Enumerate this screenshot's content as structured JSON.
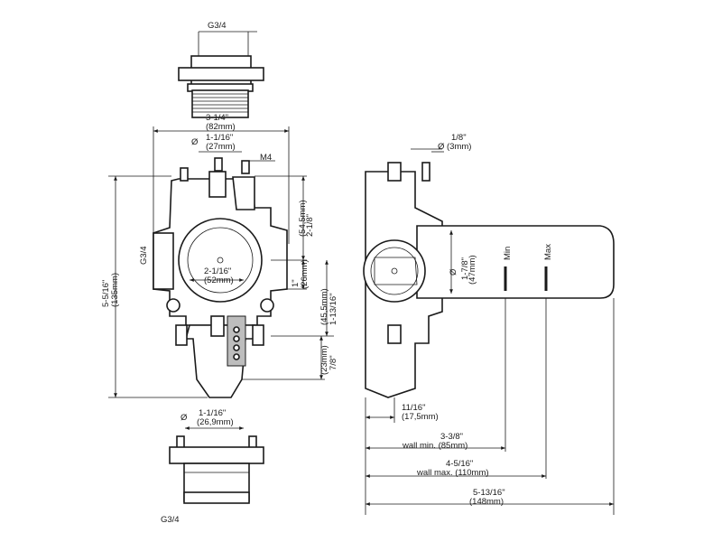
{
  "labels": {
    "top_fitting_thread": "G3/4",
    "width_in": "3-1/4\"",
    "width_mm": "(82mm)",
    "diam_symbol": "Ø",
    "port_in": "1-1/16\"",
    "port_mm": "(27mm)",
    "screw": "M4",
    "left_port": "G3/4",
    "height_in": "5-5/16\"",
    "height_mm": "(135mm)",
    "upper_in": "2-1/8\"",
    "upper_mm": "(54,5mm)",
    "center_in": "2-1/16\"",
    "center_mm": "(52mm)",
    "small_in": "1\"",
    "small_mm": "(26mm)",
    "mid_in": "1-13/16\"",
    "mid_mm": "(45,5mm)",
    "low_in": "7/8\"",
    "low_mm": "(23mm)",
    "bottom_port_in": "1-1/16\"",
    "bottom_port_mm": "(26,9mm)",
    "bottom_thread": "G3/4",
    "pin_in": "1/8\"",
    "pin_mm": "(3mm)",
    "cartridge_in": "1-7/8\"",
    "cartridge_mm": "(47mm)",
    "min": "Min",
    "max": "Max",
    "depth1_in": "11/16\"",
    "depth1_mm": "(17,5mm)",
    "wallmin_in": "3-3/8\"",
    "wallmin_mm": "wall min. (85mm)",
    "wallmax_in": "4-5/16\"",
    "wallmax_mm": "wall max. (110mm)",
    "total_in": "5-13/16\"",
    "total_mm": "(148mm)"
  }
}
